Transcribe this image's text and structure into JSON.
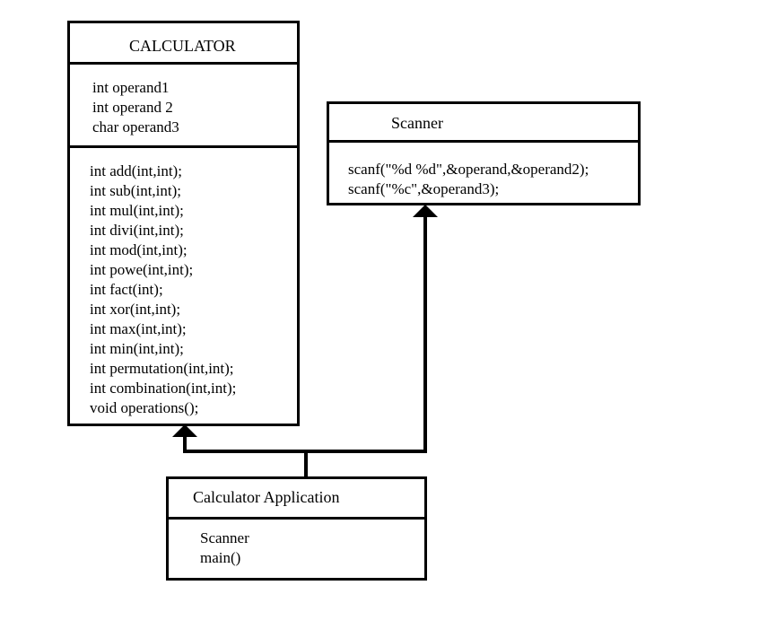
{
  "calculator": {
    "name": "CALCULATOR",
    "attributes": [
      "int operand1",
      "int operand 2",
      "char operand3"
    ],
    "methods": [
      "int add(int,int);",
      "int sub(int,int);",
      "int mul(int,int);",
      "int divi(int,int);",
      "int mod(int,int);",
      "int powe(int,int);",
      "int fact(int);",
      "int xor(int,int);",
      "int max(int,int);",
      "int min(int,int);",
      "int permutation(int,int);",
      "int combination(int,int);",
      "void operations();"
    ]
  },
  "scanner": {
    "name": "Scanner",
    "methods": [
      "scanf(\"%d %d\",&operand,&operand2);",
      "scanf(\"%c\",&operand3);"
    ]
  },
  "application": {
    "name": "Calculator Application",
    "members": [
      "Scanner",
      "main()"
    ]
  }
}
